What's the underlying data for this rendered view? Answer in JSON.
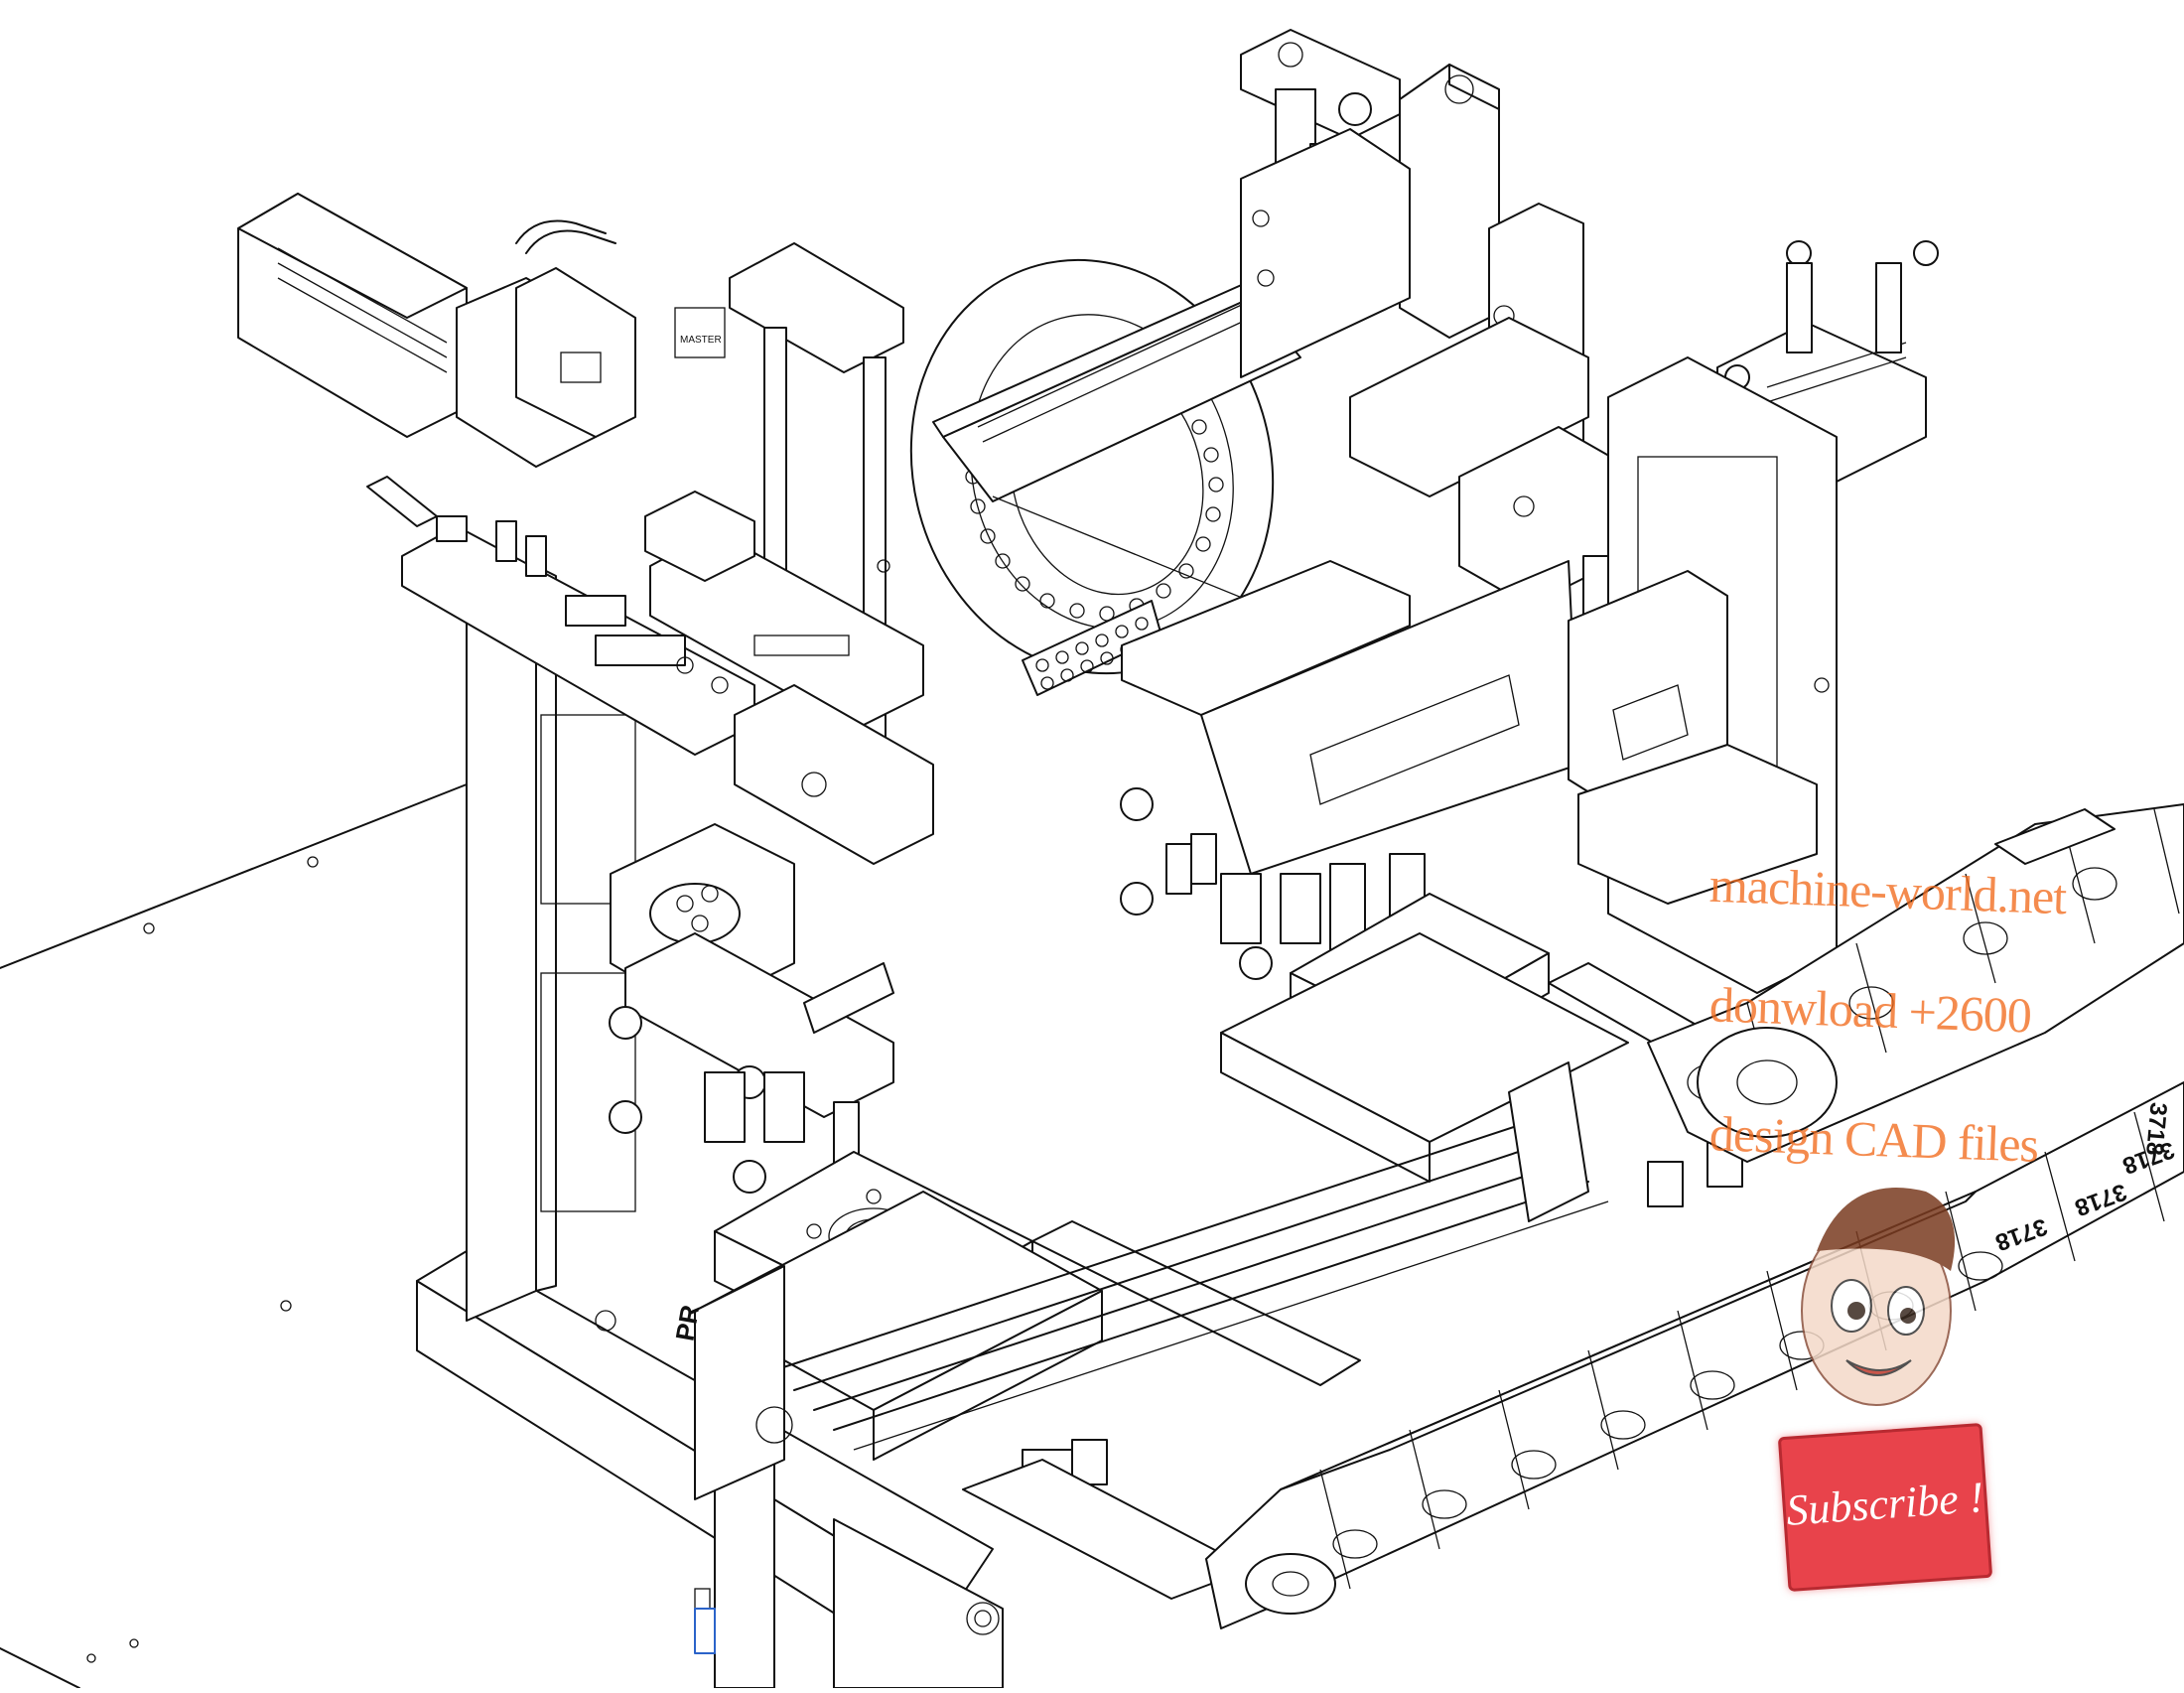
{
  "watermark": {
    "line1": "machine-world.net",
    "line2": "donwload +2600",
    "line3": "design CAD files",
    "color": "#f26b1d"
  },
  "subscribe_button": {
    "label": "Subscribe !",
    "color": "#e8434b"
  },
  "part_markings": {
    "chain_link_1": "3718",
    "chain_link_2": "3718",
    "chain_link_3": "3718",
    "chain_link_4": "3718",
    "motor_label": "MASTER",
    "plate_label": "PR"
  }
}
